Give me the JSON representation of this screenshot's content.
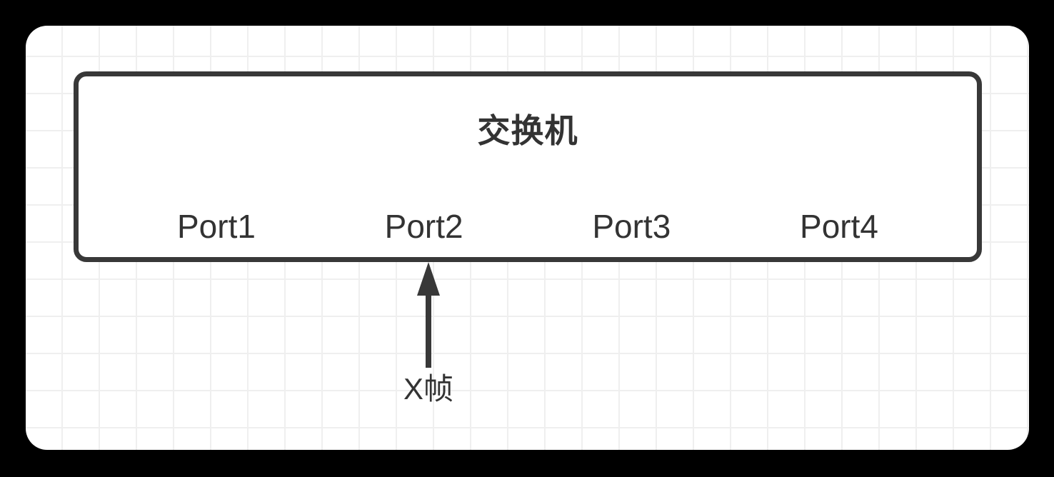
{
  "diagram": {
    "title": "交换机",
    "ports": [
      "Port1",
      "Port2",
      "Port3",
      "Port4"
    ],
    "arrow": {
      "label": "X帧",
      "points_to": "Port2",
      "direction": "up"
    },
    "colors": {
      "background": "#000000",
      "canvas": "#ffffff",
      "grid_line": "#efefef",
      "stroke": "#383838",
      "text": "#333333"
    }
  }
}
